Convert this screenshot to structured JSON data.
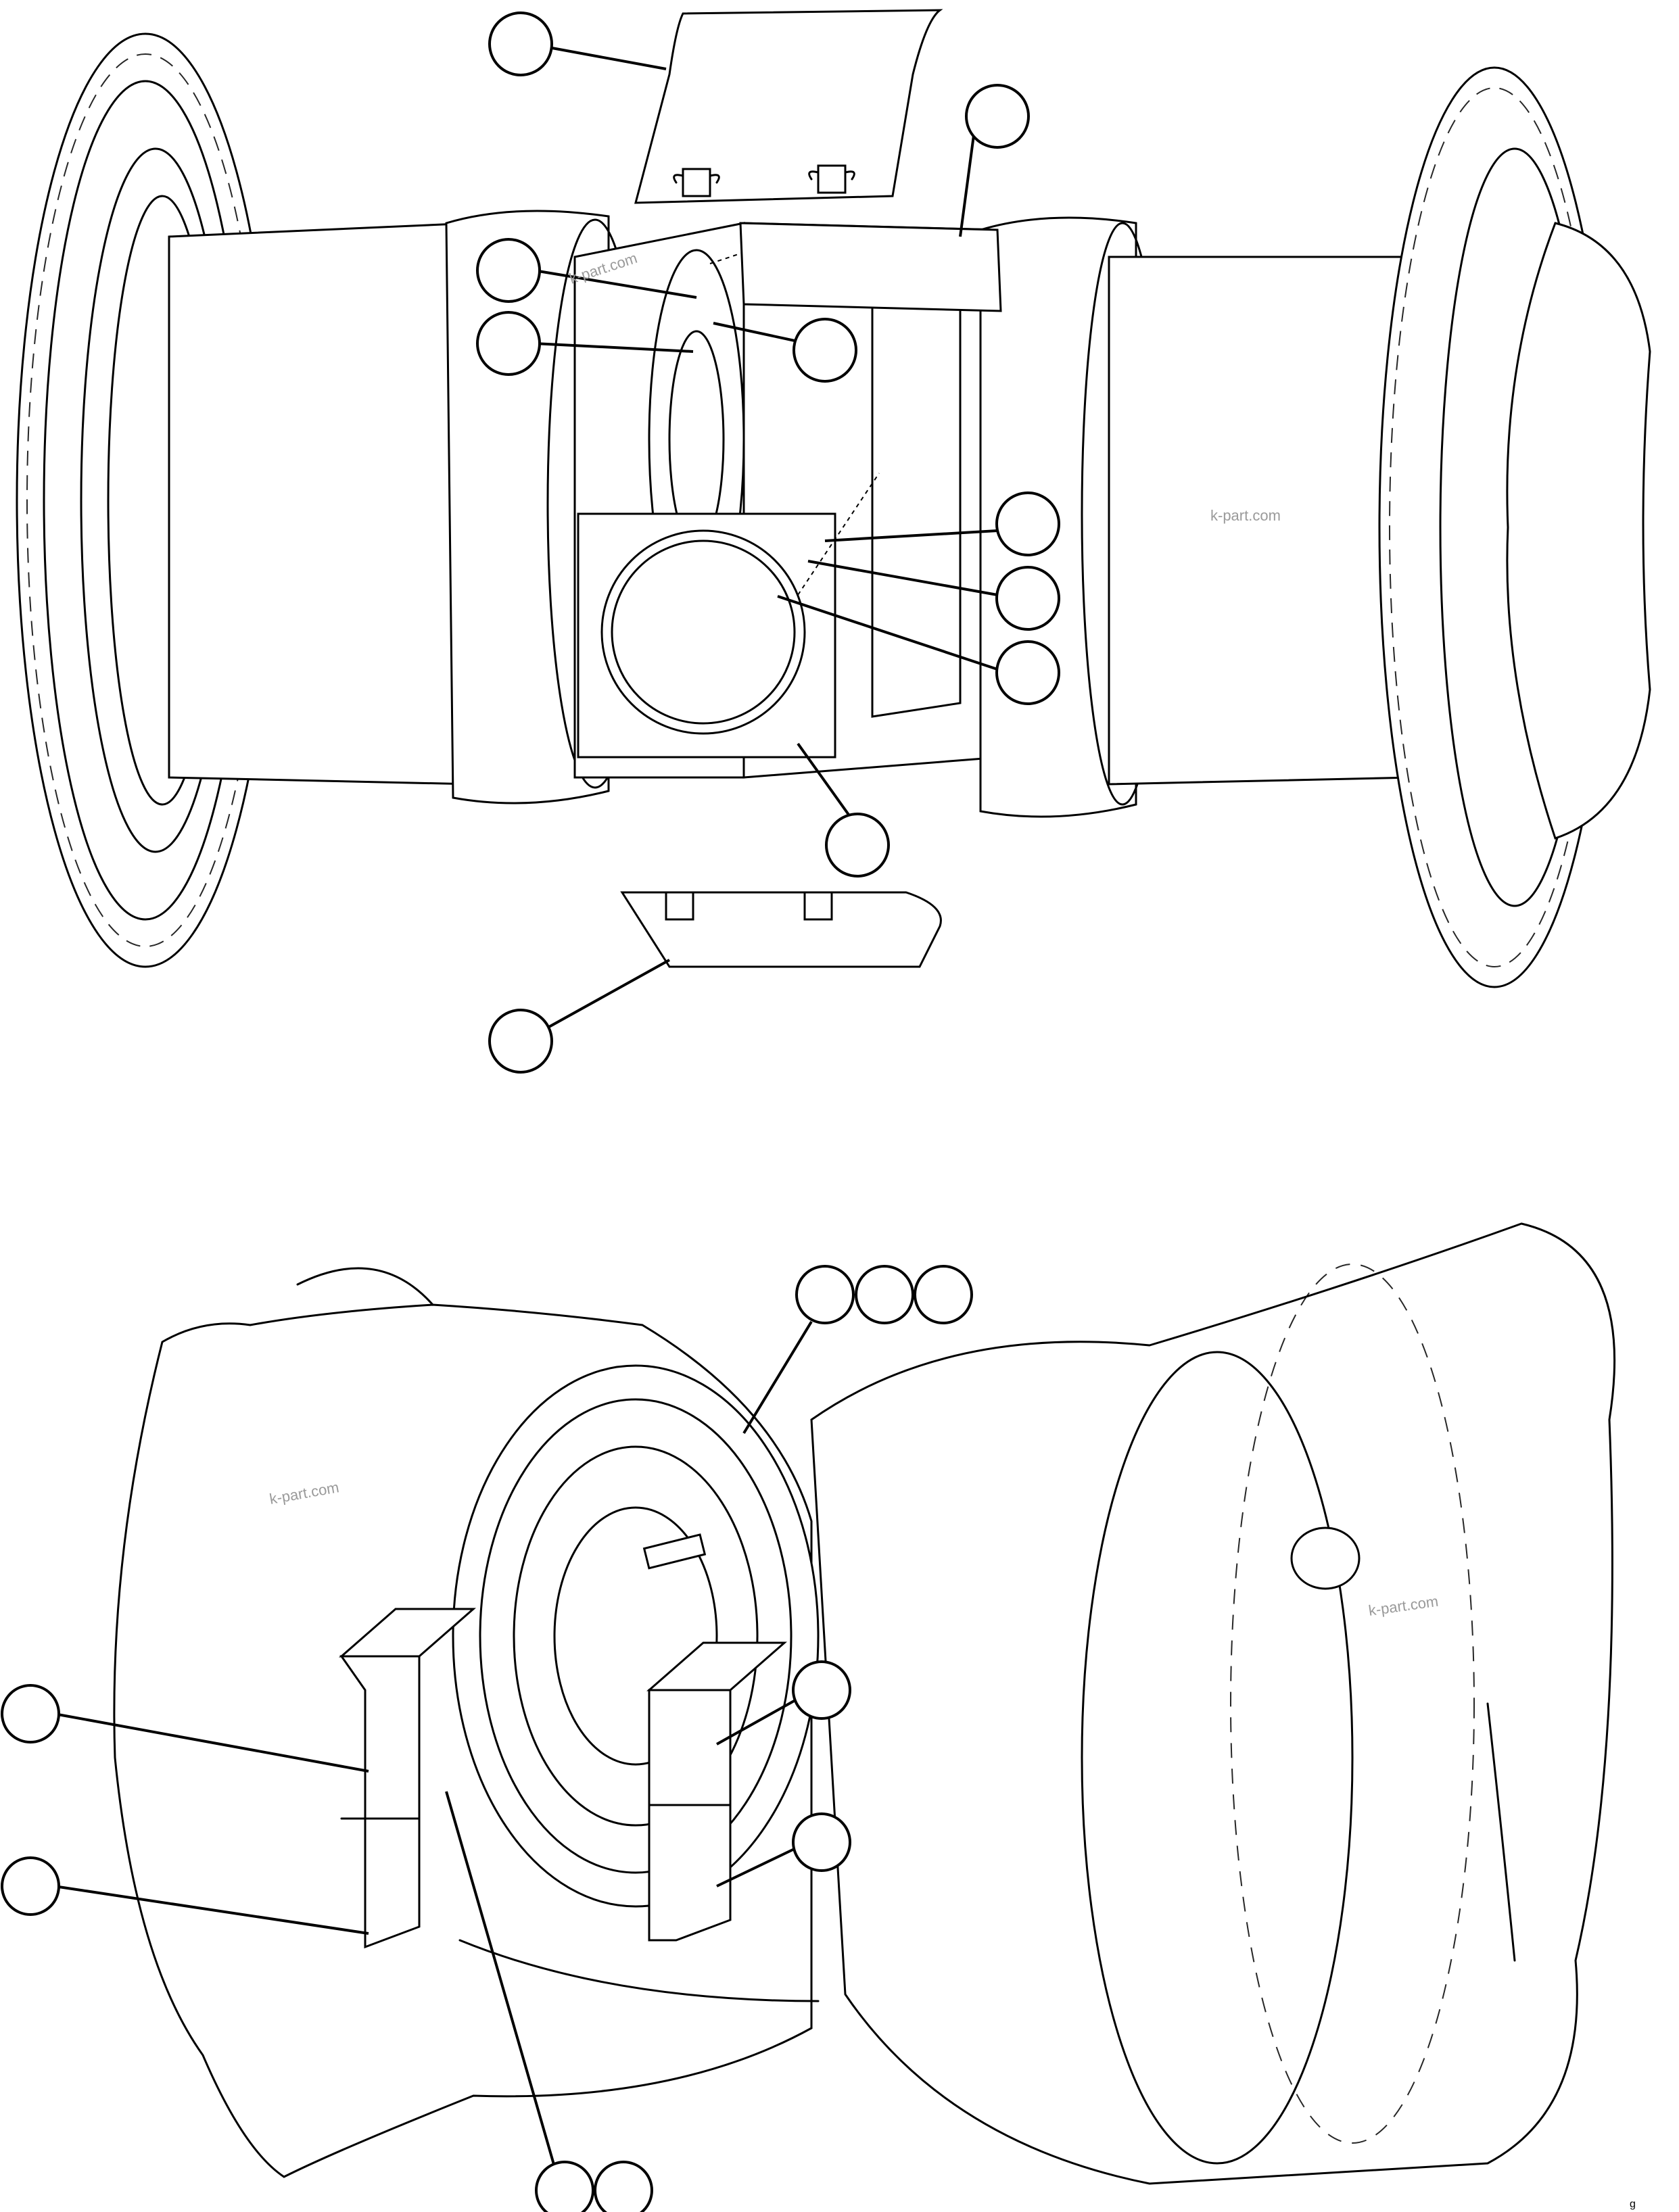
{
  "watermarks": [
    "k-part.com",
    "k-part.com",
    "k-part.com",
    "k-part.com"
  ],
  "figure_id": "g",
  "callouts": {
    "top_view": [
      "",
      "",
      "",
      "",
      "",
      "",
      "",
      "",
      "",
      ""
    ],
    "bottom_view": [
      "",
      "",
      "",
      "",
      "",
      "",
      "",
      "",
      ""
    ]
  }
}
